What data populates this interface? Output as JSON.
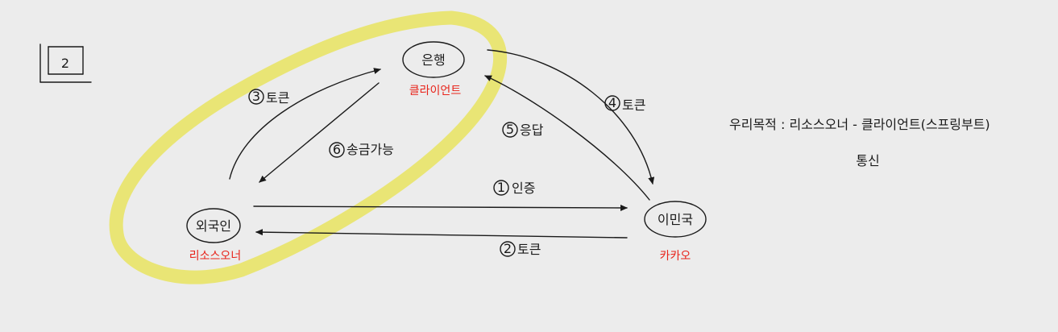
{
  "figure_number": "2",
  "nodes": {
    "bank": {
      "label": "은행",
      "role": "클라이언트"
    },
    "foreigner": {
      "label": "외국인",
      "role": "리소스오너"
    },
    "immigration": {
      "label": "이민국",
      "role": "카카오"
    }
  },
  "edges": {
    "e1": {
      "number": "1",
      "label": "인증"
    },
    "e2": {
      "number": "2",
      "label": "토큰"
    },
    "e3": {
      "number": "3",
      "label": "토큰"
    },
    "e4": {
      "number": "4",
      "label": "토큰"
    },
    "e5": {
      "number": "5",
      "label": "응답"
    },
    "e6": {
      "number": "6",
      "label": "송금가능"
    }
  },
  "note": {
    "line1": "우리목적 : 리소스오너 - 클라이언트(스프링부트)",
    "line2": "통신"
  },
  "colors": {
    "highlight": "#e8e46a",
    "ink": "#1a1a1a",
    "role_text": "#e8231a",
    "background": "#ececec"
  }
}
